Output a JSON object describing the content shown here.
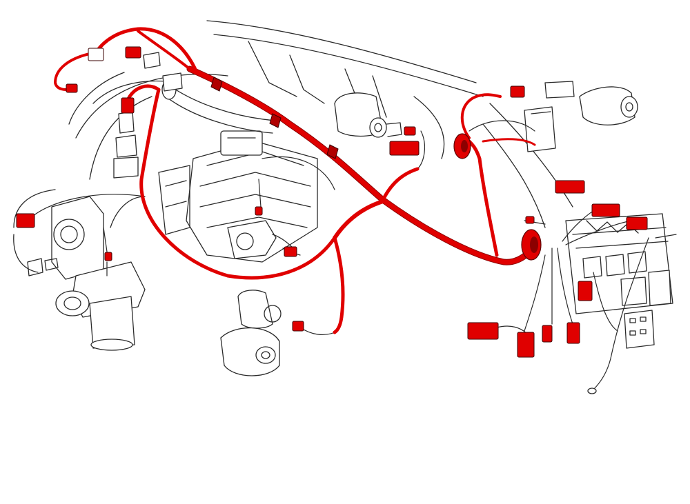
{
  "colors": {
    "harness": "#e00000",
    "harness_dark": "#8c0000",
    "line_art": "#2a2a2a",
    "background": "#ffffff"
  },
  "components": [
    {
      "name": "distributor-cap",
      "icon": "distributor-icon"
    },
    {
      "name": "fuel-injection-body",
      "icon": "throttle-body-icon"
    },
    {
      "name": "engine-block",
      "icon": "engine-block-icon"
    },
    {
      "name": "fuel-pump-canister",
      "icon": "canister-icon"
    },
    {
      "name": "starter-motor",
      "icon": "starter-icon"
    },
    {
      "name": "wiper-motor",
      "icon": "motor-icon"
    },
    {
      "name": "relay-fuse-panel",
      "icon": "fuse-panel-icon"
    },
    {
      "name": "firewall-grommet",
      "icon": "grommet-icon"
    }
  ]
}
